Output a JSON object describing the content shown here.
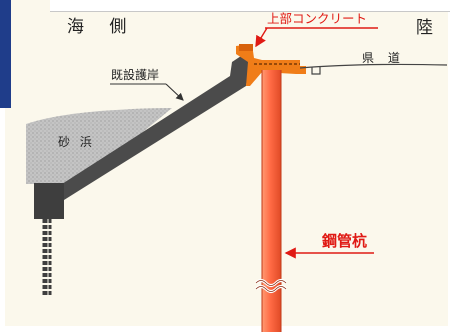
{
  "labels": {
    "sea_side": "海 側",
    "land_side": "陸",
    "prefectural_road": "県 道",
    "upper_concrete": "上部コンクリート",
    "existing_revetment": "既設護岸",
    "sand_beach": "砂 浜",
    "steel_pipe_pile": "鋼管杭"
  },
  "colors": {
    "background": "#fbf8ec",
    "revetment": "#4b4b4b",
    "sand": "#bdbdbd",
    "concrete_orange": "#f07d18",
    "pile_red": "#ff7b52",
    "annotation_red": "#e01a14",
    "side_tab": "#1f3d8a"
  }
}
